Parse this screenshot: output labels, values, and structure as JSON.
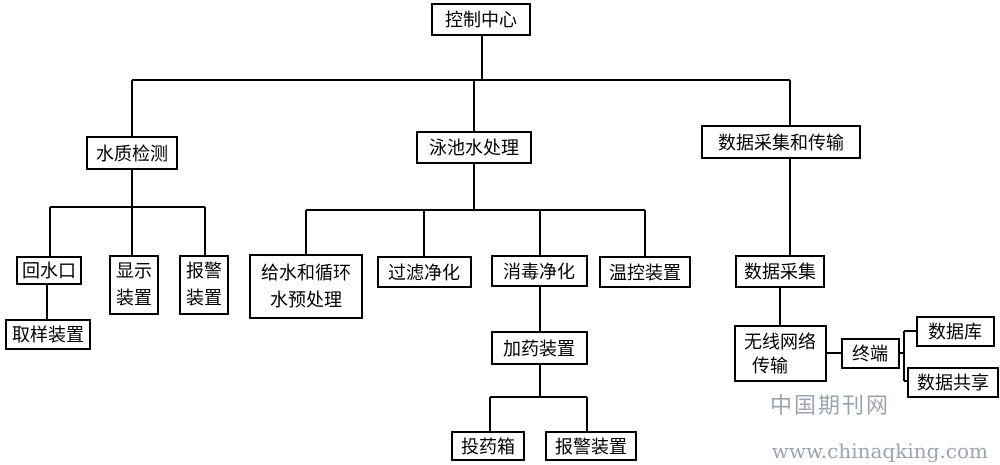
{
  "nodes": {
    "control_center": "控制中心",
    "water_quality": "水质检测",
    "pool_treatment": "泳池水处理",
    "data_collection_transmission": "数据采集和传输",
    "return_port": "回水口",
    "display_device": [
      "显示",
      "装置"
    ],
    "alarm_device_1": [
      "报警",
      "装置"
    ],
    "sampling_device": "取样装置",
    "supply_circulation": [
      "给水和循环",
      "水预处理"
    ],
    "filter_purification": "过滤净化",
    "disinfection": "消毒净化",
    "temperature_control": "温控装置",
    "dosing_device": "加药装置",
    "dosing_box": "投药箱",
    "alarm_device_2": "报警装置",
    "data_collection": "数据采集",
    "wireless_transmission": [
      "无线网络",
      "传输"
    ],
    "terminal": "终端",
    "database": "数据库",
    "data_sharing": "数据共享"
  },
  "watermark": {
    "line1": "中国期刊网",
    "line2": "www.chinaqking.com"
  }
}
